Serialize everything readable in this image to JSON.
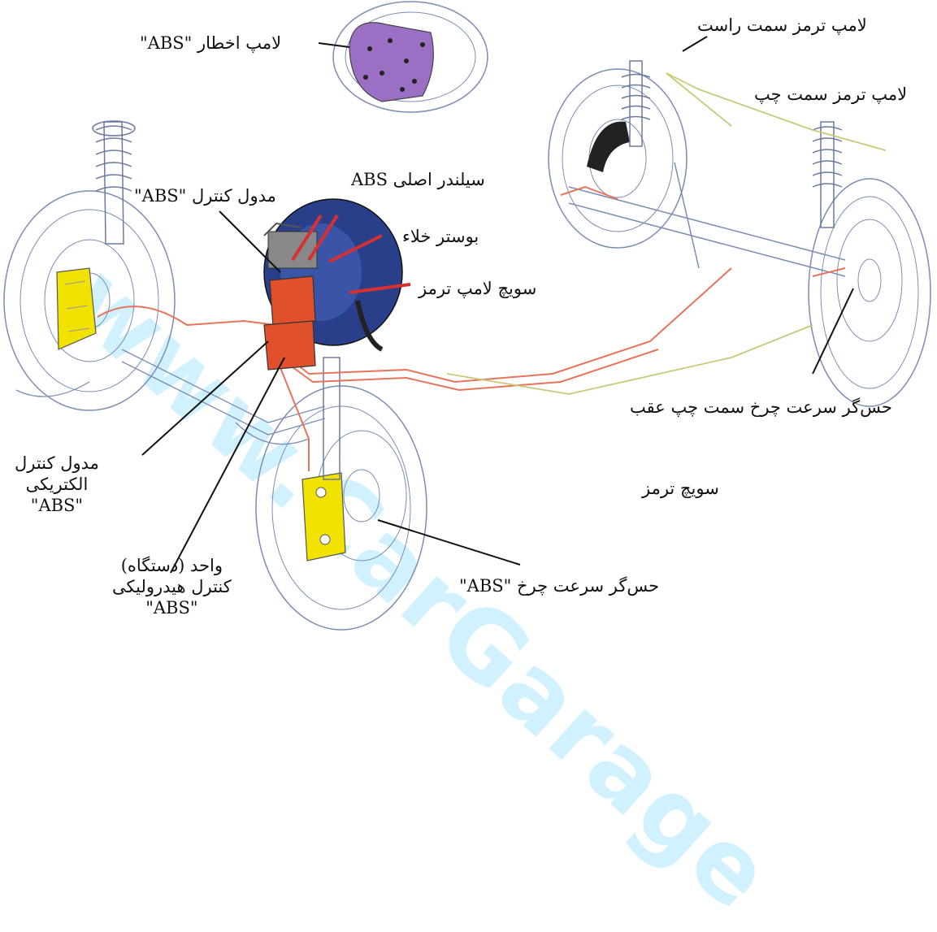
{
  "watermark": "www.CarGarage",
  "labels": {
    "abs_warning_lamp": "لامپ اخطار \"ABS\"",
    "right_brake_lamp": "لامپ ترمز سمت راست",
    "left_brake_lamp": "لامپ ترمز سمت چپ",
    "abs_master_cylinder": "سیلندر اصلی ABS",
    "abs_control_module": "مدول کنترل \"ABS\"",
    "vacuum_booster": "بوستر خلاء",
    "brake_lamp_switch": "سویچ لامپ ترمز",
    "rear_left_wheel_speed_sensor": "حس‌گر سرعت چرخ سمت چپ عقب",
    "brake_switch": "سویچ ترمز",
    "electric_control_module": [
      "مدول کنترل",
      "الکتریکی",
      "\"ABS\""
    ],
    "hydraulic_control_unit": [
      "واحد (دستگاه)",
      "کنترل هیدرولیکی",
      "\"ABS\""
    ],
    "abs_wheel_speed_sensor": "حس‌گر سرعت چرخ \"ABS\""
  },
  "colors": {
    "brake_line": "#e8735a",
    "wiring": "#c9c97a",
    "caliper": "#f2e200",
    "module": "#e0502a",
    "booster": "#2a3f8a",
    "sketch": "#7a8db5",
    "warning_lamp": "#9a6fc4"
  }
}
